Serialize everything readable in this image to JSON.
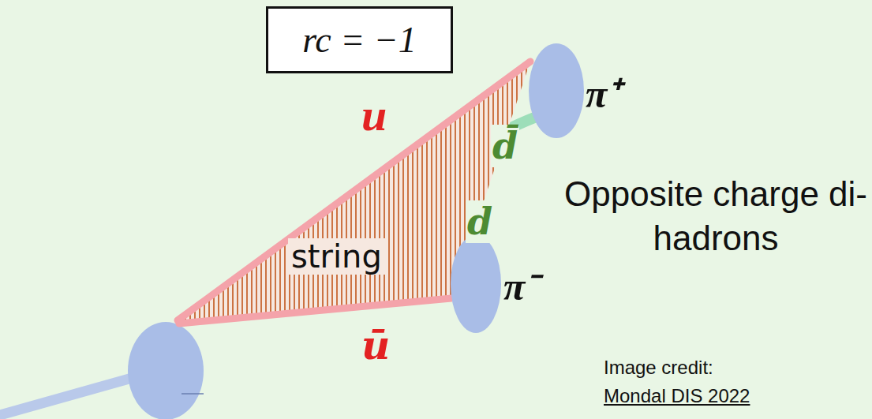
{
  "diagram": {
    "nodes": [
      {
        "text": [
          "rc = −1"
        ]
      },
      {
        "text": [
          "string"
        ]
      },
      {
        "text": [
          "π⁺"
        ]
      },
      {
        "text": [
          "π⁻"
        ]
      }
    ],
    "edges": [
      {
        "from": 2,
        "to": 3,
        "arrow": "none"
      }
    ],
    "labels": [
      "u",
      "d̄",
      "d",
      "ū",
      "Opposite charge di-hadrons",
      "Image credit:",
      "Mondal DIS 2022"
    ]
  }
}
